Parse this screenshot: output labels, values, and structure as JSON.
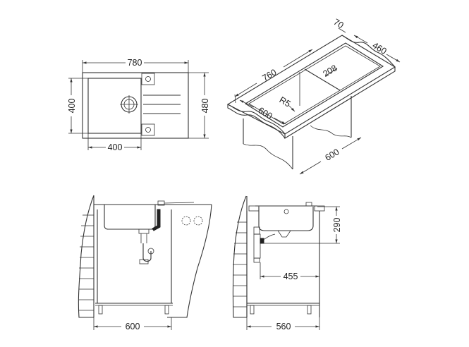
{
  "diagram": {
    "type": "technical drawing - kitchen sink installation dimensions",
    "units": "mm",
    "views": {
      "top_view": {
        "overall_width": "780",
        "overall_depth": "480",
        "bowl_width": "400",
        "bowl_depth": "400"
      },
      "isometric_view": {
        "cutout_length": "760",
        "edge_offset": "70",
        "cutout_depth": "460",
        "drainer_width": "208",
        "corner_radius": "R5",
        "countertop_depth": "600",
        "cabinet_depth": "600"
      },
      "front_section": {
        "cabinet_width": "600"
      },
      "side_section": {
        "bowl_depth_height": "290",
        "drain_offset": "455",
        "cabinet_depth": "560"
      }
    }
  }
}
